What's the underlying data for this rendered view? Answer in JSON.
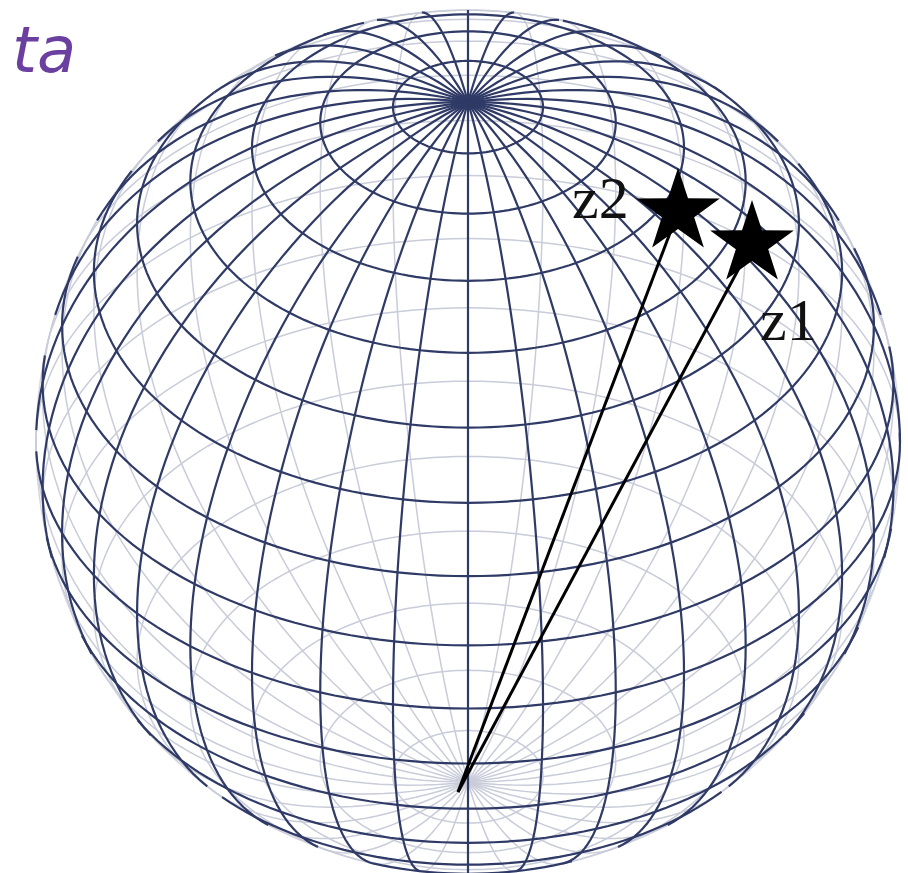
{
  "diagram": {
    "labels": [
      "ta",
      "z2",
      "z1"
    ]
  }
}
